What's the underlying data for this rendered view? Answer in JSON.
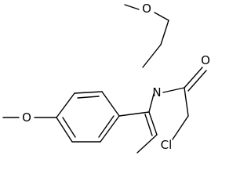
{
  "molecule": {
    "atoms": {
      "o_ether_top": "O",
      "n_amide": "N",
      "o_carbonyl": "O",
      "o_methoxy": "O",
      "cl": "Cl"
    }
  },
  "colors": {
    "bond": "#000000",
    "label": "#000000",
    "background": "#ffffff"
  }
}
